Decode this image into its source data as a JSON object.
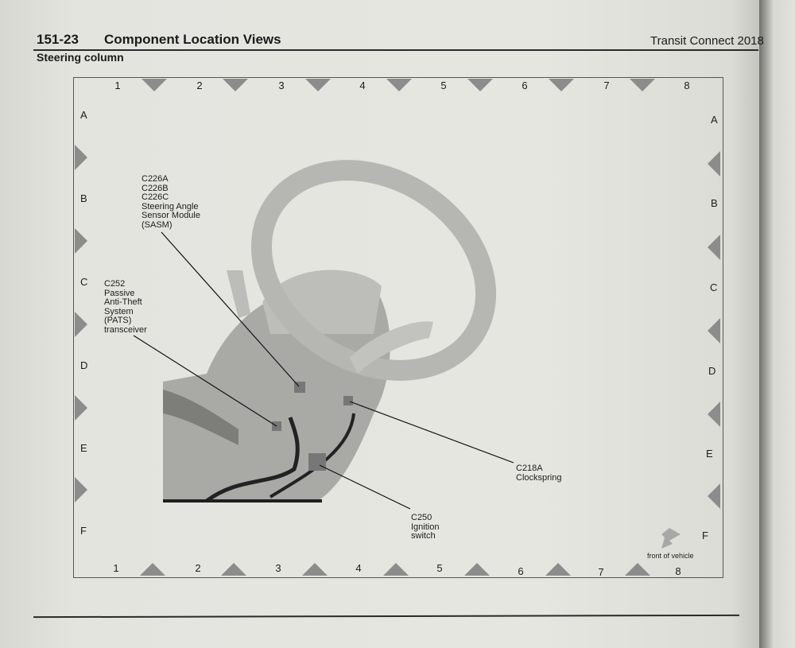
{
  "header": {
    "page_number": "151-23",
    "section_title": "Component Location Views",
    "publication": "Transit Connect 2018"
  },
  "subtitle": "Steering column",
  "grid": {
    "columns": [
      "1",
      "2",
      "3",
      "4",
      "5",
      "6",
      "7",
      "8"
    ],
    "rows": [
      "A",
      "B",
      "C",
      "D",
      "E",
      "F"
    ]
  },
  "callouts": [
    {
      "id": "sasm",
      "text": "C226A\nC226B\nC226C\nSteering Angle\nSensor Module\n(SASM)"
    },
    {
      "id": "pats",
      "text": "C252\nPassive\nAnti-Theft\nSystem\n(PATS)\ntransceiver"
    },
    {
      "id": "clockspring",
      "text": "C218A\nClockspring"
    },
    {
      "id": "ignition",
      "text": "C250\nIgnition\nswitch"
    }
  ],
  "orientation": {
    "label": "front of vehicle"
  },
  "colors": {
    "paper": "#e4e4df",
    "marker": "#8a8a88",
    "wheel": "#b9b9b6"
  }
}
